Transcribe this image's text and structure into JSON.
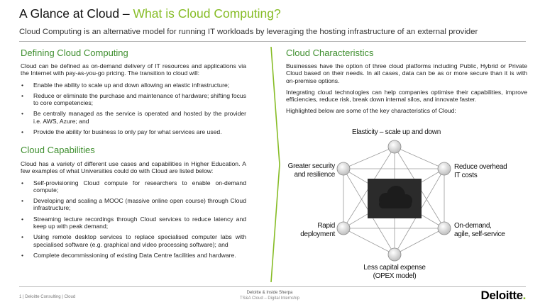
{
  "header": {
    "title_main": "A Glance at Cloud – ",
    "title_accent": "What is Cloud Computing?",
    "subtitle": "Cloud Computing is an alternative model for running IT workloads by leveraging the hosting infrastructure of an external provider"
  },
  "defining": {
    "heading": "Defining Cloud Computing",
    "intro": "Cloud can be defined as on-demand delivery of IT resources and applications via the Internet with pay-as-you-go pricing. The transition to cloud will:",
    "bullets": [
      "Enable the ability to scale up and down allowing an elastic infrastructure;",
      "Reduce or eliminate the purchase and maintenance of hardware; shifting focus to core competencies;",
      "Be centrally managed as the service is operated and hosted by the provider i.e. AWS, Azure; and",
      "Provide the ability for business to only pay for what services are used."
    ]
  },
  "capabilities": {
    "heading": "Cloud Capabilities",
    "intro": "Cloud has a variety of different use cases and capabilities in Higher Education. A few examples of what Universities could do with Cloud are listed below:",
    "bullets": [
      "Self-provisioning Cloud compute for researchers to enable on-demand compute;",
      "Developing and scaling a MOOC (massive online open course) through Cloud infrastructure;",
      "Streaming lecture recordings through Cloud services to reduce latency and keep up with peak demand;",
      "Using remote desktop services to replace specialised computer labs with specialised software (e.g. graphical and video processing software); and",
      "Complete decommissioning of existing Data Centre facilities and hardware."
    ]
  },
  "characteristics": {
    "heading": "Cloud Characteristics",
    "para1": "Businesses have the option of three cloud platforms including Public, Hybrid or Private Cloud based on their needs. In all cases, data can be as or more secure than it is with on-premise options.",
    "para2": "Integrating cloud technologies can help companies optimise their capabilities, improve efficiencies, reduce risk, break down internal silos, and innovate faster.",
    "para3": "Highlighted below are some of the key characteristics of Cloud:",
    "diagram": {
      "top": "Elasticity – scale up and down",
      "top_right_1": "Reduce overhead",
      "top_right_2": "IT costs",
      "bottom_right_1": "On-demand,",
      "bottom_right_2": "agile, self-service",
      "bottom_1": "Less capital expense",
      "bottom_2": "(OPEX model)",
      "bottom_left_1": "Rapid",
      "bottom_left_2": "deployment",
      "top_left_1": "Greater security",
      "top_left_2": "and resilience"
    }
  },
  "footer": {
    "left": "1 | Deloitte Consulting | Cloud",
    "center_1": "Deloitte & Inside Sherpa",
    "center_2": "TS&A Cloud – Digital Internship",
    "logo_text": "Deloitte",
    "logo_dot": "."
  },
  "colors": {
    "accent_green": "#86bc25",
    "heading_green": "#3f8f2f"
  }
}
